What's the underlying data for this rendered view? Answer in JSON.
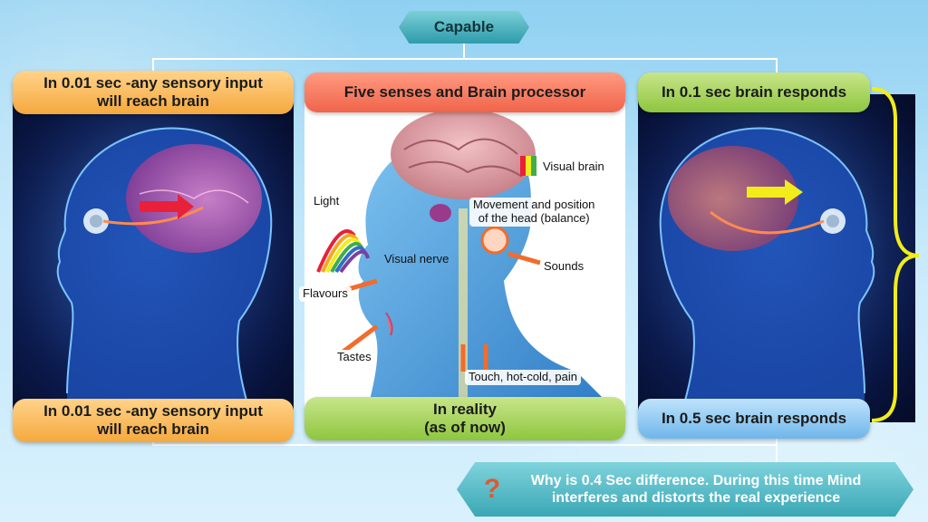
{
  "header": {
    "title": "Capable"
  },
  "left_panel": {
    "top_label": "In 0.01 sec -any sensory input\nwill  reach brain",
    "bottom_label": "In 0.01 sec -any sensory input\nwill  reach brain"
  },
  "center_panel": {
    "title": "Five senses and Brain processor",
    "bottom_label": "In reality\n(as of now)",
    "labels": {
      "visual_brain": "Visual brain",
      "light": "Light",
      "movement": "Movement and position\nof the head (balance)",
      "visual_nerve": "Visual nerve",
      "sounds": "Sounds",
      "flavours": "Flavours",
      "tastes": "Tastes",
      "touch": "Touch, hot-cold, pain"
    }
  },
  "right_panel": {
    "top_label": "In 0.1 sec brain responds",
    "bottom_label": "In 0.5 sec brain responds"
  },
  "footer": {
    "question_mark": "?",
    "text": "Why is 0.4 Sec difference. During this time Mind\ninterferes and distorts the real experience"
  },
  "colors": {
    "accent_orange": "#f5a83e",
    "accent_red": "#f0644a",
    "accent_green": "#8ec63f",
    "accent_blue": "#6fb6ea",
    "teal": "#3aa7b5",
    "arrow_red": "#e8203a",
    "arrow_yellow": "#f2ec1a",
    "brace_yellow": "#f2ec1a"
  }
}
